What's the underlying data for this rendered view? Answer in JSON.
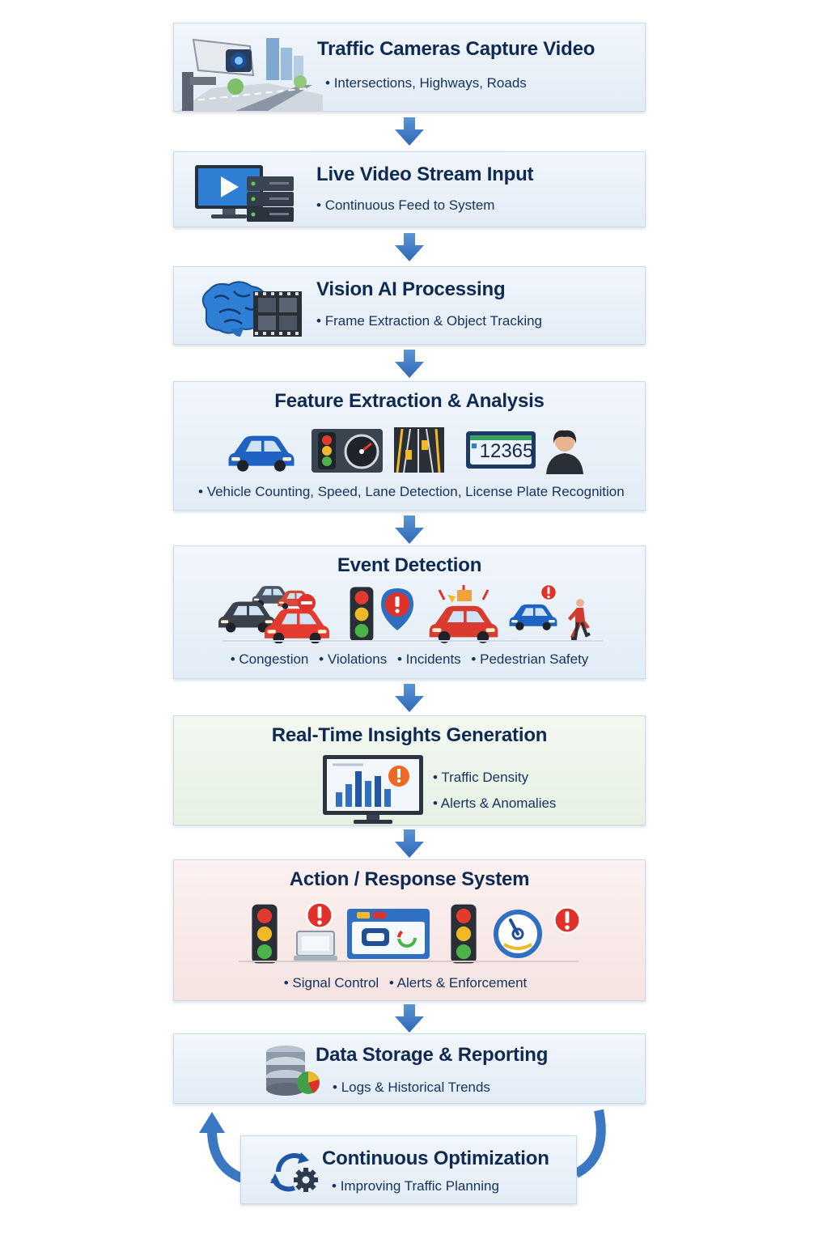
{
  "steps": [
    {
      "title": "Traffic Cameras Capture Video",
      "bullets": [
        "Intersections, Highways, Roads"
      ]
    },
    {
      "title": "Live Video Stream Input",
      "bullets": [
        "Continuous Feed to System"
      ]
    },
    {
      "title": "Vision AI Processing",
      "bullets": [
        "Frame Extraction & Object Tracking"
      ]
    },
    {
      "title": "Feature Extraction & Analysis",
      "bullets": [
        "Vehicle Counting, Speed, Lane Detection, License Plate Recognition"
      ],
      "plate_text": "12365"
    },
    {
      "title": "Event Detection",
      "bullets": [
        "Congestion",
        "Violations",
        "Incidents",
        "Pedestrian Safety"
      ]
    },
    {
      "title": "Real-Time Insights Generation",
      "bullets": [
        "Traffic Density",
        "Alerts & Anomalies"
      ]
    },
    {
      "title": "Action / Response System",
      "bullets": [
        "Signal Control",
        "Alerts & Enforcement"
      ]
    },
    {
      "title": "Data Storage & Reporting",
      "bullets": [
        "Logs & Historical Trends"
      ]
    },
    {
      "title": "Continuous Optimization",
      "bullets": [
        "Improving Traffic Planning"
      ]
    }
  ],
  "colors": {
    "title": "#0f2a52",
    "arrow": "#3b78c4",
    "box_blue": "#e8f0f8",
    "box_green": "#e9f3e7",
    "box_pink": "#f8e8e6"
  },
  "icons": [
    "traffic-camera-icon",
    "monitor-icon",
    "server-icon",
    "brain-icon",
    "film-strip-icon",
    "car-icon",
    "traffic-light-icon",
    "speedometer-icon",
    "lane-icon",
    "license-plate-icon",
    "person-icon",
    "alert-icon",
    "pedestrian-icon",
    "chart-monitor-icon",
    "database-icon",
    "cycle-gear-icon"
  ]
}
